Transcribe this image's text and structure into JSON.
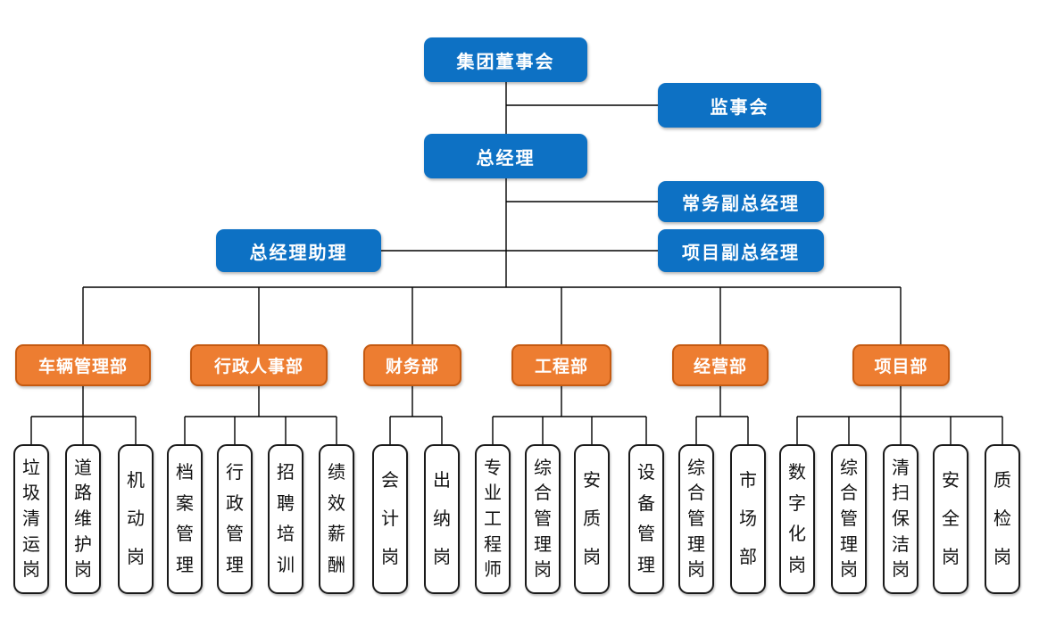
{
  "colors": {
    "blue": "#0d71c4",
    "orange": "#ed7d31",
    "orange_border": "#c55a11",
    "box_border": "#1a1a1a",
    "connector": "#000000"
  },
  "executive": {
    "board": "集团董事会",
    "supervisory_board": "监事会",
    "general_manager": "总经理",
    "executive_deputy_gm": "常务副总经理",
    "gm_assistant": "总经理助理",
    "project_deputy_gm": "项目副总经理"
  },
  "departments": [
    {
      "name": "车辆管理部",
      "positions": [
        "垃圾清运岗",
        "道路维护岗",
        "机动岗"
      ]
    },
    {
      "name": "行政人事部",
      "positions": [
        "档案管理",
        "行政管理",
        "招聘培训",
        "绩效薪酬"
      ]
    },
    {
      "name": "财务部",
      "positions": [
        "会计岗",
        "出纳岗"
      ]
    },
    {
      "name": "工程部",
      "positions": [
        "专业工程师",
        "综合管理岗",
        "安质岗",
        "设备管理"
      ]
    },
    {
      "name": "经营部",
      "positions": [
        "综合管理岗",
        "市场部"
      ]
    },
    {
      "name": "项目部",
      "positions": [
        "数字化岗",
        "综合管理岗",
        "清扫保洁岗",
        "安全岗",
        "质检岗"
      ]
    }
  ]
}
